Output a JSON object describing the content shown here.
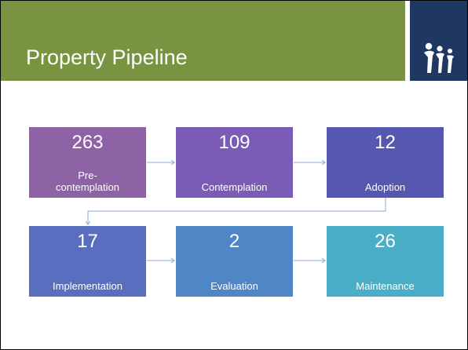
{
  "slide": {
    "title": "Property Pipeline",
    "logo_icon": "family-figures-icon",
    "colors": {
      "title_bar": "#789440",
      "logo_tile": "#1f3863",
      "connector": "#8fa7d2"
    }
  },
  "stages": [
    {
      "count": "263",
      "label_line1": "Pre-",
      "label_line2": "contemplation",
      "color": "#8e63a6"
    },
    {
      "count": "109",
      "label": "Contemplation",
      "color": "#7a5cb6"
    },
    {
      "count": "12",
      "label": "Adoption",
      "color": "#5557b0"
    },
    {
      "count": "17",
      "label": "Implementation",
      "color": "#5a6ec0"
    },
    {
      "count": "2",
      "label": "Evaluation",
      "color": "#4f86c6"
    },
    {
      "count": "26",
      "label": "Maintenance",
      "color": "#4aaec8"
    }
  ]
}
